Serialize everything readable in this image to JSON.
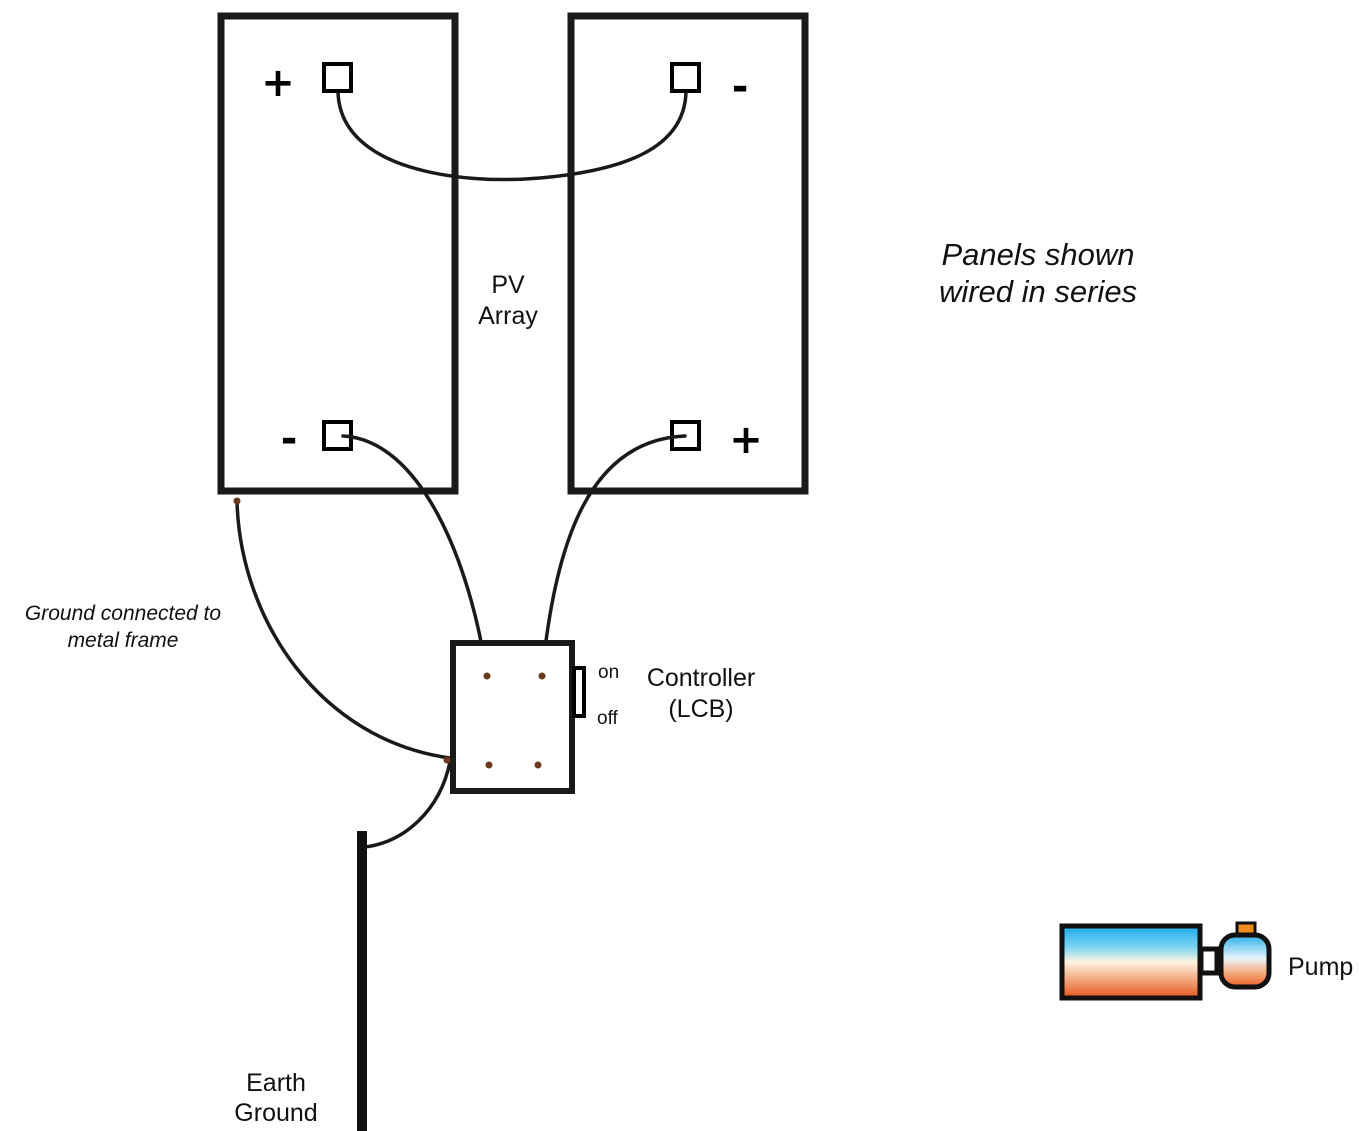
{
  "panels": {
    "array_label_line1": "PV",
    "array_label_line2": "Array",
    "left_top_sign": "+",
    "left_bottom_sign": "-",
    "right_top_sign": "-",
    "right_bottom_sign": "+"
  },
  "note": {
    "line1": "Panels shown",
    "line2": "wired in series"
  },
  "ground_note": {
    "line1": "Ground connected to",
    "line2": "metal frame"
  },
  "controller": {
    "label_line1": "Controller",
    "label_line2": "(LCB)",
    "switch_on": "on",
    "switch_off": "off"
  },
  "pump": {
    "label": "Pump"
  },
  "earth": {
    "label_line1": "Earth",
    "label_line2": "Ground"
  },
  "colors": {
    "line": "#1a1a1a",
    "pump_top": "#1aa9e8",
    "pump_bottom": "#e8541e",
    "pump_cap": "#f28a1e"
  }
}
